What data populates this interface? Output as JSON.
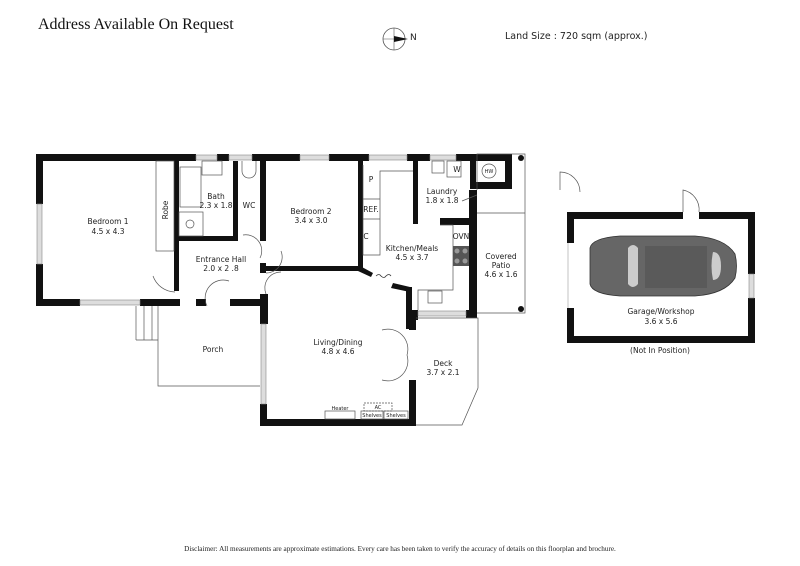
{
  "header": {
    "title": "Address Available On Request",
    "compass_label": "N",
    "land_size": "Land Size :  720 sqm (approx.)"
  },
  "rooms": [
    {
      "name": "Bedroom 1",
      "size": "4.5 x 4.3"
    },
    {
      "name": "Robe",
      "size": ""
    },
    {
      "name": "Bath",
      "size": "2.3 x 1.8"
    },
    {
      "name": "WC",
      "size": ""
    },
    {
      "name": "Bedroom 2",
      "size": "3.4 x 3.0"
    },
    {
      "name": "Entrance Hall",
      "size": "2.0 x 2 .8"
    },
    {
      "name": "Kitchen/Meals",
      "size": "4.5 x 3.7"
    },
    {
      "name": "Laundry",
      "size": "1.8 x 1.8"
    },
    {
      "name": "Covered",
      "size": "Patio",
      "size2": "4.6 x 1.6"
    },
    {
      "name": "Porch",
      "size": ""
    },
    {
      "name": "Living/Dining",
      "size": "4.8 x 4.6"
    },
    {
      "name": "Deck",
      "size": "3.7 x 2.1"
    },
    {
      "name": "Garage/Workshop",
      "size": "3.6 x 5.6"
    }
  ],
  "fixtures": {
    "pantry": "P",
    "fridge": "REF.",
    "cupboard": "C",
    "oven": "OVN",
    "washer": "W",
    "hot_water": "HW",
    "heater": "Heater",
    "ac": "AC",
    "shelves": "Shelves"
  },
  "garage_note": "(Not In Position)",
  "footer": {
    "disclaimer": "Disclaimer: All measurements are approximate estimations. Every care has been taken to verify the accuracy of details on this floorplan and brochure."
  }
}
